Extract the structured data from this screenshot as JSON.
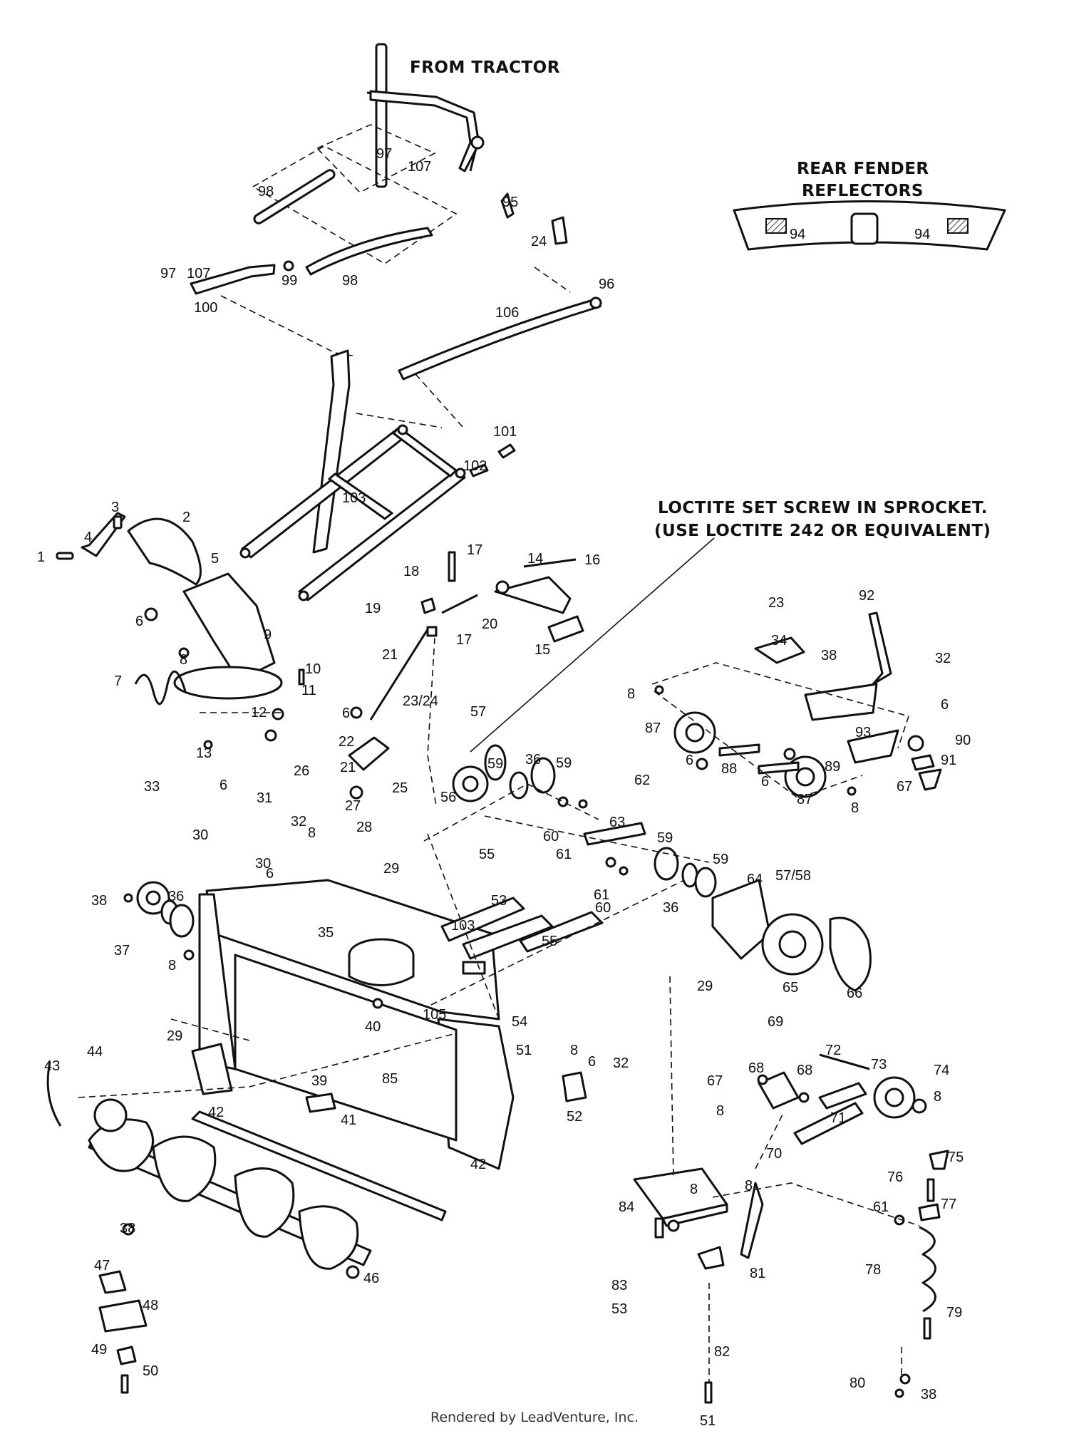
{
  "headings": {
    "from_tractor": "FROM TRACTOR",
    "rear_fender_line1": "REAR FENDER",
    "rear_fender_line2": "REFLECTORS",
    "loctite_line1": "LOCTITE SET SCREW IN SPROCKET.",
    "loctite_line2": "(USE LOCTITE 242 OR EQUIVALENT)"
  },
  "footer": "Rendered by LeadVenture, Inc.",
  "callouts": [
    "97",
    "107",
    "98",
    "95",
    "24",
    "97",
    "107",
    "99",
    "98",
    "96",
    "100",
    "106",
    "101",
    "102",
    "103",
    "94",
    "94",
    "3",
    "4",
    "2",
    "1",
    "5",
    "6",
    "9",
    "8",
    "7",
    "10",
    "11",
    "12",
    "13",
    "17",
    "18",
    "14",
    "16",
    "19",
    "20",
    "15",
    "17",
    "21",
    "6",
    "23/24",
    "57",
    "22",
    "21",
    "25",
    "23",
    "34",
    "92",
    "38",
    "32",
    "8",
    "6",
    "91",
    "87",
    "6",
    "88",
    "89",
    "93",
    "90",
    "6",
    "87",
    "67",
    "8",
    "26",
    "33",
    "6",
    "31",
    "27",
    "28",
    "30",
    "32",
    "8",
    "30",
    "6",
    "29",
    "59",
    "36",
    "59",
    "56",
    "60",
    "61",
    "62",
    "63",
    "59",
    "59",
    "61",
    "60",
    "36",
    "64",
    "57/58",
    "55",
    "53",
    "103",
    "55",
    "38",
    "36",
    "37",
    "8",
    "35",
    "65",
    "66",
    "29",
    "40",
    "105",
    "54",
    "51",
    "29",
    "8",
    "6",
    "32",
    "43",
    "44",
    "39",
    "85",
    "52",
    "42",
    "41",
    "42",
    "69",
    "72",
    "73",
    "74",
    "68",
    "67",
    "68",
    "8",
    "8",
    "71",
    "70",
    "75",
    "76",
    "77",
    "61",
    "8",
    "8",
    "84",
    "78",
    "38",
    "47",
    "48",
    "46",
    "83",
    "53",
    "81",
    "79",
    "49",
    "50",
    "82",
    "80",
    "38",
    "51"
  ]
}
